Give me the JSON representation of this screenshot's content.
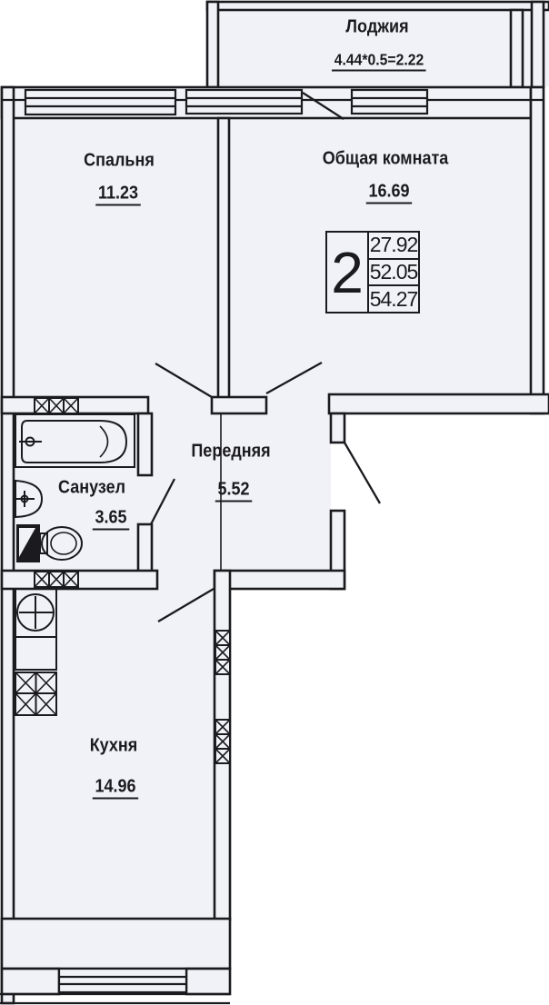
{
  "plan": {
    "rooms": {
      "loggia": {
        "name": "Лоджия",
        "dims": "4.44*0.5=2.22"
      },
      "bedroom": {
        "name": "Спальня",
        "area": "11.23"
      },
      "living": {
        "name": "Общая комната",
        "area": "16.69"
      },
      "hallway": {
        "name": "Передняя",
        "area": "5.52"
      },
      "bathroom": {
        "name": "Санузел",
        "area": "3.65"
      },
      "kitchen": {
        "name": "Кухня",
        "area": "14.96"
      }
    },
    "stamp": {
      "room_count": "2",
      "values": [
        "27.92",
        "52.05",
        "54.27"
      ]
    },
    "fixture_icons": [
      "bathtub-icon",
      "washbasin-icon",
      "toilet-icon",
      "kitchen-sink-icon",
      "stove-icon",
      "ventilation-shaft-icon"
    ],
    "colors": {
      "line": "#1b1b1f",
      "paper": "#f1f2f8",
      "page": "#ffffff"
    }
  }
}
